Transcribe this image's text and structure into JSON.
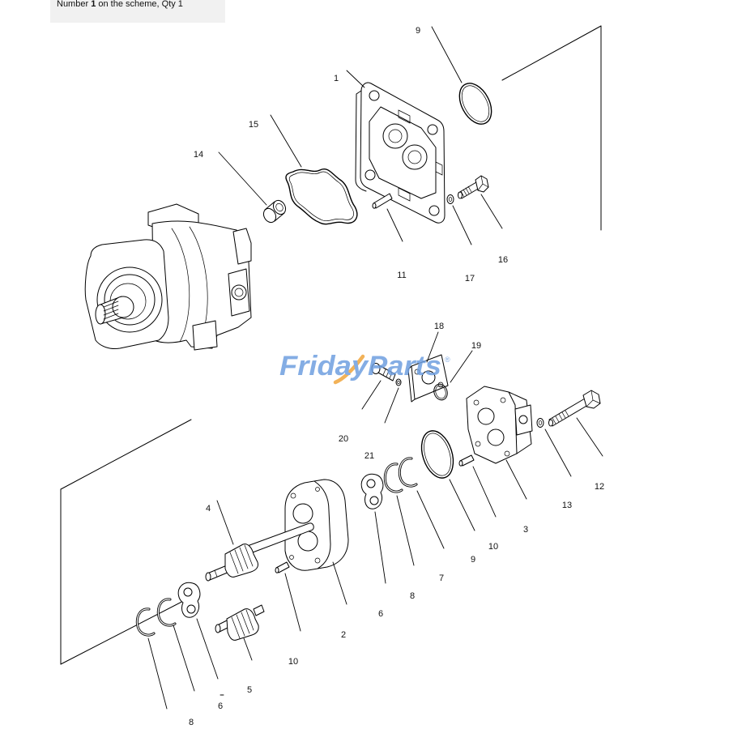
{
  "caption": {
    "lead": "Number ",
    "number": "1",
    "tail": " on the scheme, Qty 1"
  },
  "callouts": [
    "9",
    "1",
    "15",
    "14",
    "16",
    "11",
    "17",
    "18",
    "19",
    "20",
    "21",
    "12",
    "13",
    "3",
    "10",
    "9",
    "7",
    "8",
    "6",
    "2",
    "4",
    "10",
    "5",
    "6",
    "8"
  ],
  "watermark": {
    "brand_first": "Friday",
    "brand_second": "Parts",
    "registered": "®"
  },
  "colors": {
    "line": "#000000",
    "background": "#ffffff",
    "caption_background": "#f1f1f1",
    "watermark_blue": "#6f9fe0",
    "watermark_orange": "#f0a53c"
  }
}
